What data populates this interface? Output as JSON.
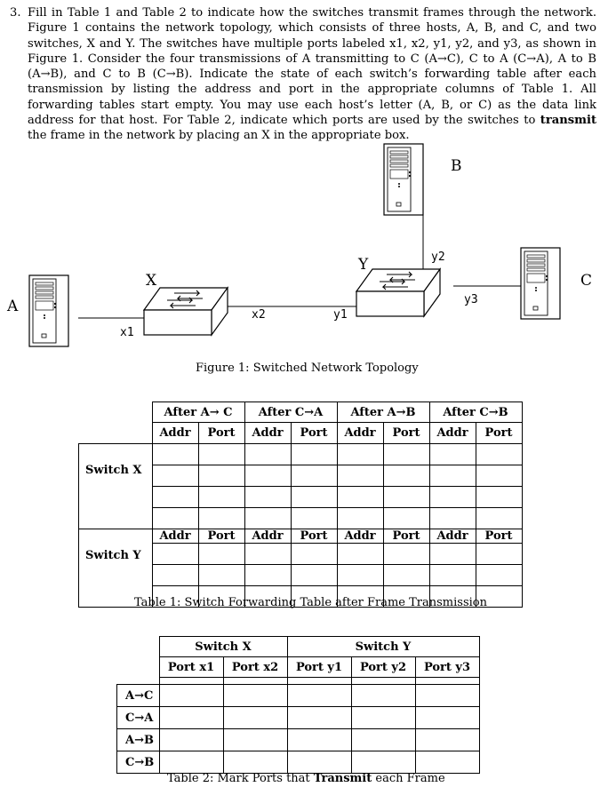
{
  "question": {
    "number": "3.",
    "p1": "Fill in Table 1 and Table 2 to indicate how the switches transmit frames through the network. Figure 1 contains the network topology, which consists of three hosts, A, B, and C, and two switches, X and Y. The switches have multiple ports labeled x1, x2, y1, y2, and y3, as shown in Figure 1. Consider the four transmissions of A transmitting to C (A→C), C to A (C→A), A to B (A→B), and C to B (C→B). Indicate the state of each switch’s forwarding table after each transmission by listing the address and port in the appropriate columns of Table 1. All forwarding tables start empty. You may use each host’s letter (A, B, or C) as the data link address for that host. For Table 2, indicate which ports are used by the switches to ",
    "bold_word": "transmit",
    "p2": " the frame in the network by placing an X in the appropriate box."
  },
  "figure": {
    "host_a": "A",
    "host_b": "B",
    "host_c": "C",
    "switch_x": "X",
    "switch_y": "Y",
    "ports": {
      "x1": "x1",
      "x2": "x2",
      "y1": "y1",
      "y2": "y2",
      "y3": "y3"
    },
    "caption": "Figure 1: Switched Network Topology"
  },
  "table1": {
    "groups": [
      "After A→ C",
      "After C→A",
      "After A→B",
      "After C→B"
    ],
    "addr": "Addr",
    "port": "Port",
    "switch_x": "Switch X",
    "switch_y": "Switch Y",
    "caption": "Table 1: Switch Forwarding Table after Frame Transmission"
  },
  "table2": {
    "switch_x": "Switch X",
    "switch_y": "Switch Y",
    "cols": [
      "Port x1",
      "Port x2",
      "Port y1",
      "Port y2",
      "Port y3"
    ],
    "rows": [
      "A→C",
      "C→A",
      "A→B",
      "C→B"
    ],
    "caption_pre": "Table 2: Mark Ports that ",
    "caption_bold": "Transmit",
    "caption_post": " each Frame"
  }
}
